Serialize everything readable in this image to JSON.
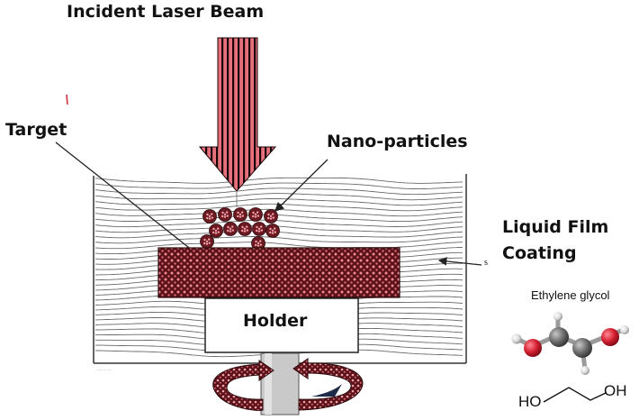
{
  "labels": {
    "incident_beam": "Incident Laser Beam",
    "target": "Target",
    "nanoparticles": "Nano-particles",
    "liquid_film_line1": "Liquid Film",
    "liquid_film_line2": "Coating",
    "holder": "Holder",
    "ethylene_glycol": "Ethylene glycol",
    "formula_ho": "HO",
    "formula_oh": "OH",
    "side_mark": "s"
  },
  "colors": {
    "laser_red": "#e05a6a",
    "target_maroon": "#6b1a22",
    "particle_pink": "#f08a96",
    "oxygen_red": "#d42031",
    "carbon_gray": "#707070"
  }
}
